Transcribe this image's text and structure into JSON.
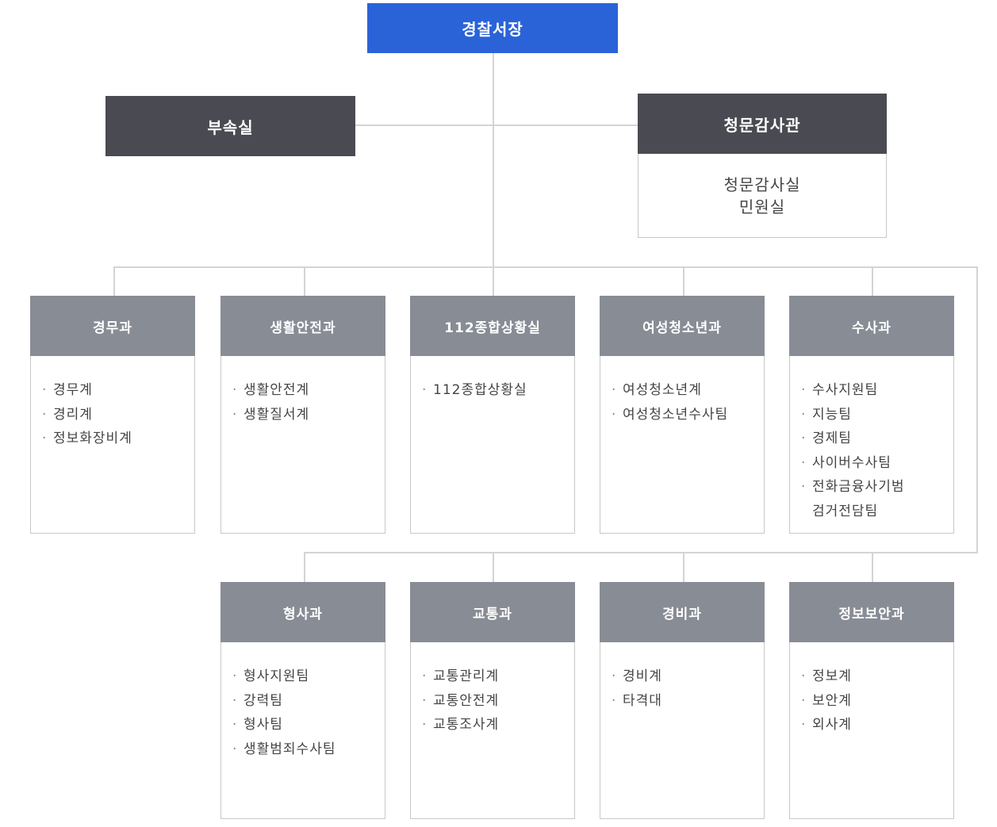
{
  "chief": "경찰서장",
  "aux": "부속실",
  "audit": {
    "title": "청문감사관",
    "items": [
      "청문감사실",
      "민원실"
    ]
  },
  "departments_row1": [
    {
      "title": "경무과",
      "items": [
        "경무계",
        "경리계",
        "정보화장비계"
      ]
    },
    {
      "title": "생활안전과",
      "items": [
        "생활안전계",
        "생활질서계"
      ]
    },
    {
      "title": "112종합상황실",
      "items": [
        "112종합상황실"
      ]
    },
    {
      "title": "여성청소년과",
      "items": [
        "여성청소년계",
        "여성청소년수사팀"
      ]
    },
    {
      "title": "수사과",
      "items": [
        "수사지원팀",
        "지능팀",
        "경제팀",
        "사이버수사팀",
        "전화금융사기범",
        "검거전담팀"
      ]
    }
  ],
  "departments_row2": [
    {
      "title": "형사과",
      "items": [
        "형사지원팀",
        "강력팀",
        "형사팀",
        "생활범죄수사팀"
      ]
    },
    {
      "title": "교통과",
      "items": [
        "교통관리계",
        "교통안전계",
        "교통조사계"
      ]
    },
    {
      "title": "경비과",
      "items": [
        "경비계",
        "타격대"
      ]
    },
    {
      "title": "정보보안과",
      "items": [
        "정보계",
        "보안계",
        "외사계"
      ]
    }
  ]
}
